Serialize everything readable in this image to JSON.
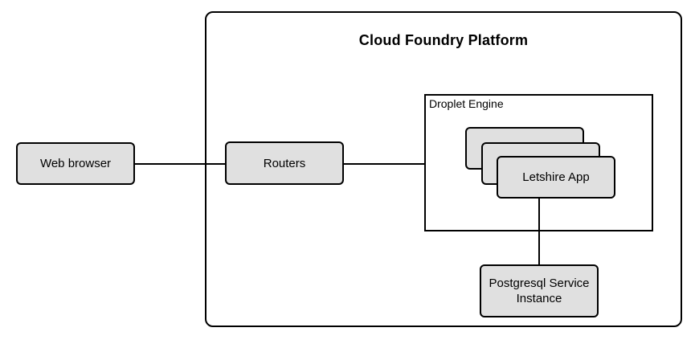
{
  "diagram": {
    "title": "Cloud Foundry Platform",
    "nodes": {
      "web_browser": {
        "label": "Web browser"
      },
      "routers": {
        "label": "Routers"
      },
      "droplet_engine": {
        "label": "Droplet Engine"
      },
      "letshire_app": {
        "label": "Letshire App"
      },
      "postgresql_service": {
        "label": "Postgresql Service Instance"
      }
    },
    "connections": [
      {
        "from": "web_browser",
        "to": "routers",
        "type": "horizontal"
      },
      {
        "from": "routers",
        "to": "droplet_engine",
        "type": "horizontal"
      },
      {
        "from": "letshire_app",
        "to": "postgresql_service",
        "type": "vertical"
      }
    ],
    "colors": {
      "node_fill": "#e0e0e0",
      "node_border": "#000000",
      "background": "#ffffff"
    }
  }
}
